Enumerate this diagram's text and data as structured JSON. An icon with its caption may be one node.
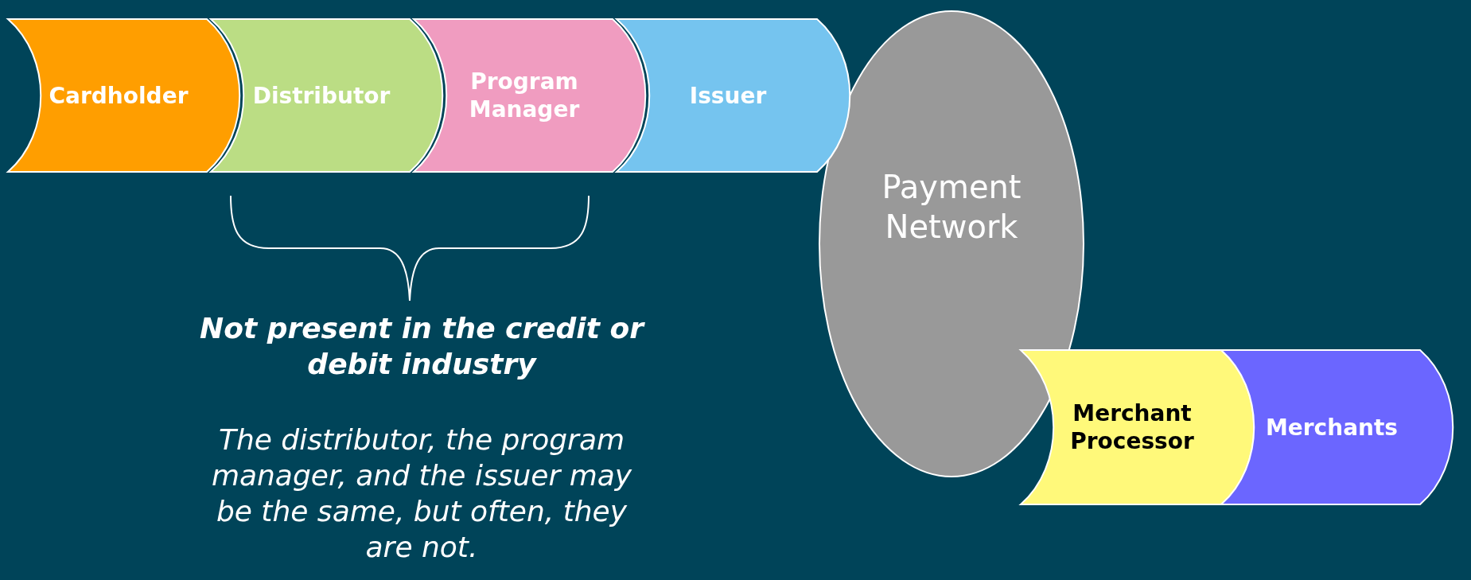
{
  "diagram": {
    "nodes": [
      {
        "text": [
          "Cardholder"
        ]
      },
      {
        "text": [
          "Distributor"
        ]
      },
      {
        "text": [
          "Program Manager"
        ]
      },
      {
        "text": [
          "Issuer"
        ]
      },
      {
        "text": [
          "Payment Network"
        ]
      },
      {
        "text": [
          "Merchant Processor"
        ]
      },
      {
        "text": [
          "Merchants"
        ]
      }
    ],
    "labels": [
      "Not present in the credit or debit industry",
      "The distributor, the program manager, and the issuer may be the same, but often, they are not."
    ]
  }
}
